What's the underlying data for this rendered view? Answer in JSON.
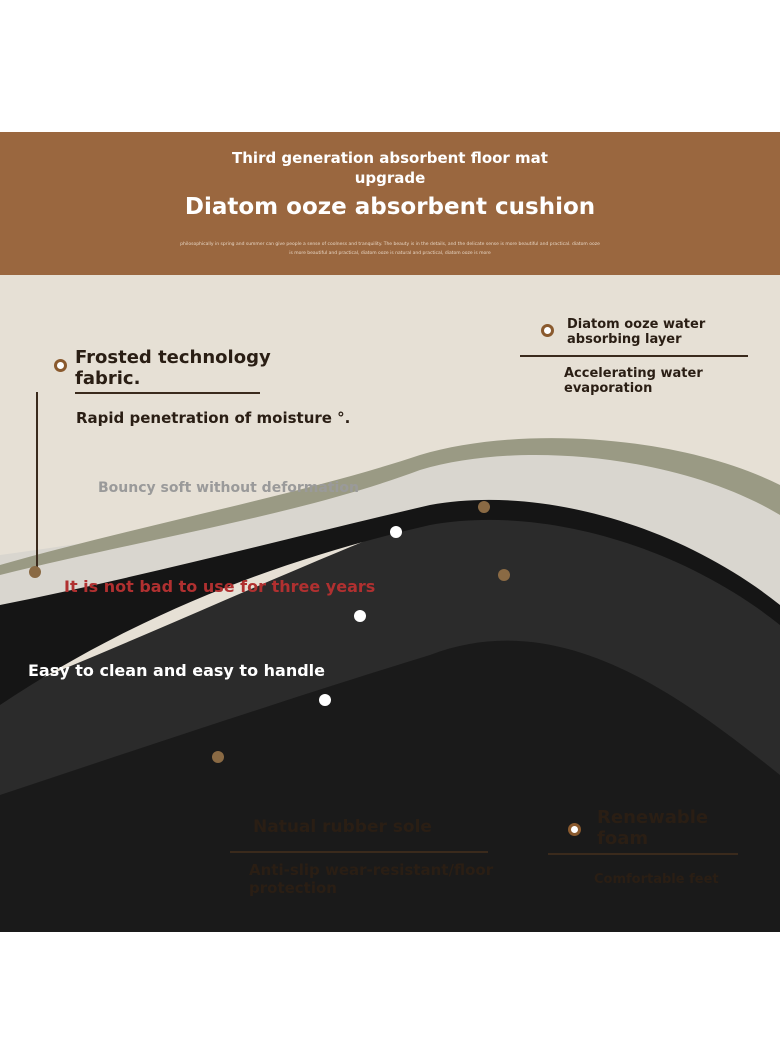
{
  "header": {
    "subtitle": "Third generation absorbent floor mat upgrade",
    "title": "Diatom ooze absorbent cushion",
    "fine_print": "philosophically in spring and summer can give people a sense of coolness and tranquility. The beauty is in the details, and the delicate sense is more beautiful and practical. diatom ooze is more beautiful and practical, diatom ooze is natural and practical, diatom ooze is more"
  },
  "callouts": {
    "fabric": {
      "title": "Frosted technology fabric.",
      "desc": "Rapid penetration of moisture °."
    },
    "diatom": {
      "title": "Diatom ooze water absorbing layer",
      "desc": "Accelerating water evaporation"
    },
    "rubber": {
      "title": "Natual rubber sole",
      "desc": "Anti-slip wear-resistant/floor protection"
    },
    "foam": {
      "title": "Renewable foam",
      "desc": "Comfortable feet"
    }
  },
  "overlays": {
    "bouncy": "Bouncy soft without deformation",
    "years": "It is not bad to use for three years",
    "clean": "Easy to clean and easy to handle"
  }
}
